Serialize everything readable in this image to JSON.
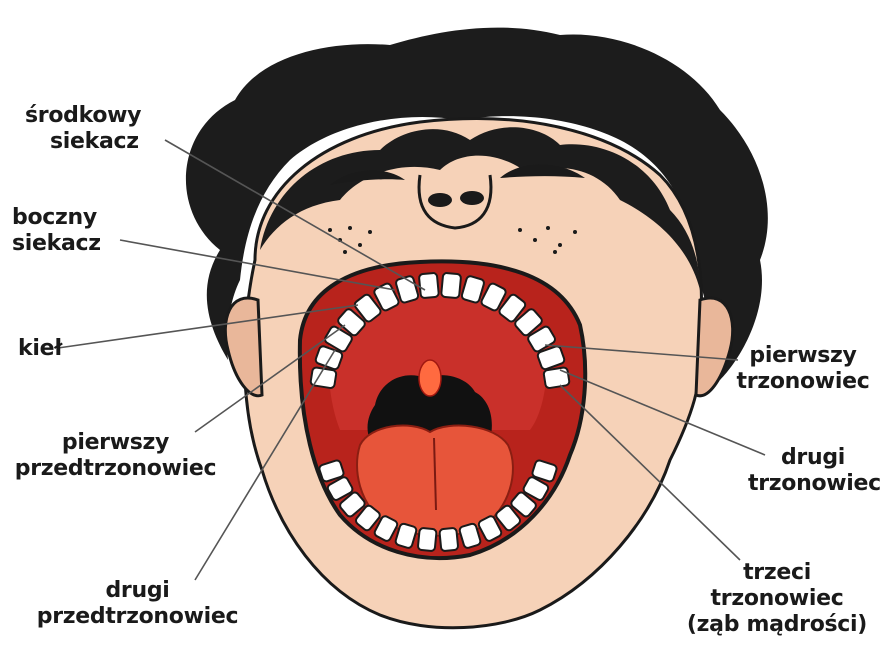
{
  "labels": {
    "central_incisor": [
      "środkowy",
      "siekacz"
    ],
    "lateral_incisor": [
      "boczny",
      "siekacz"
    ],
    "canine": [
      "kieł"
    ],
    "first_premolar": [
      "pierwszy",
      "przedtrzonowiec"
    ],
    "second_premolar": [
      "drugi",
      "przedtrzonowiec"
    ],
    "first_molar": [
      "pierwszy",
      "trzonowiec"
    ],
    "second_molar": [
      "drugi",
      "trzonowiec"
    ],
    "third_molar": [
      "trzeci",
      "trzonowiec",
      "(ząb mądrości)"
    ]
  },
  "colors": {
    "hair": "#1c1c1c",
    "skin": "#f6d2b8",
    "skin_shadow": "#e9b79a",
    "mouth_interior": "#b8231c",
    "palate": "#c9302a",
    "tongue": "#e7553a",
    "uvula": "#ff6a40",
    "throat": "#111111",
    "tooth": "#ffffff",
    "outline": "#1a1a1a",
    "leader_line": "#555555"
  }
}
